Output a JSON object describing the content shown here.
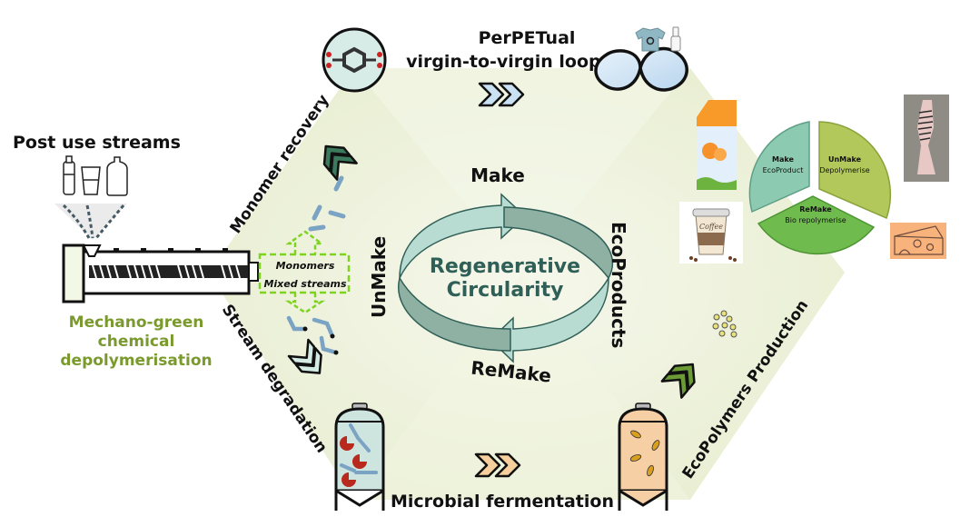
{
  "diagram": {
    "center": {
      "title_line1": "Regenerative",
      "title_line2": "Circularity"
    },
    "cycle_labels": {
      "make": "Make",
      "unmake": "UnMake",
      "remake": "ReMake",
      "ecoproducts": "EcoProducts"
    },
    "edges": {
      "monomer_recovery": "Monomer recovery",
      "stream_degradation": "Stream degradation",
      "microbial_fermentation": "Microbial fermentation",
      "ecopolymers_production": "EcoPolymers Production",
      "perpetual_line1": "PerPETual",
      "perpetual_line2": "virgin-to-virgin loops"
    },
    "left": {
      "post_use_title": "Post use streams",
      "process_line1": "Mechano-green",
      "process_line2": "chemical",
      "process_line3": "depolymerisation",
      "box_line1": "Monomers",
      "box_line2": "Mixed streams"
    },
    "mini_cycle": {
      "make_title": "Make",
      "make_sub": "EcoProduct",
      "unmake_title": "UnMake",
      "unmake_sub": "Depolymerise",
      "remake_title": "ReMake",
      "remake_sub": "Bio repolymerise"
    },
    "products": {
      "coffee_label": "Coffee"
    },
    "colors": {
      "hex_fill": "#eef2dc",
      "arrow_teal": "#b9dcd2",
      "arrow_dark": "#8fb1a4",
      "text_teal": "#2f5f57",
      "olive": "#7a9a2e",
      "dashed_green": "#7ed321",
      "chevron_dark_green": "#3b7a5c",
      "chevron_light_teal": "#d4ebe4",
      "chevron_blue": "#c9e1f2",
      "chevron_peach": "#f7cf9c",
      "chevron_green": "#6a9b34",
      "seg_make": "#8ccab1",
      "seg_unmake": "#b3c85a",
      "seg_remake": "#6fbb4e",
      "tank_teal": "#cde4df",
      "tank_peach": "#f6cfa4",
      "cheese_bg": "#f8b27c"
    }
  }
}
